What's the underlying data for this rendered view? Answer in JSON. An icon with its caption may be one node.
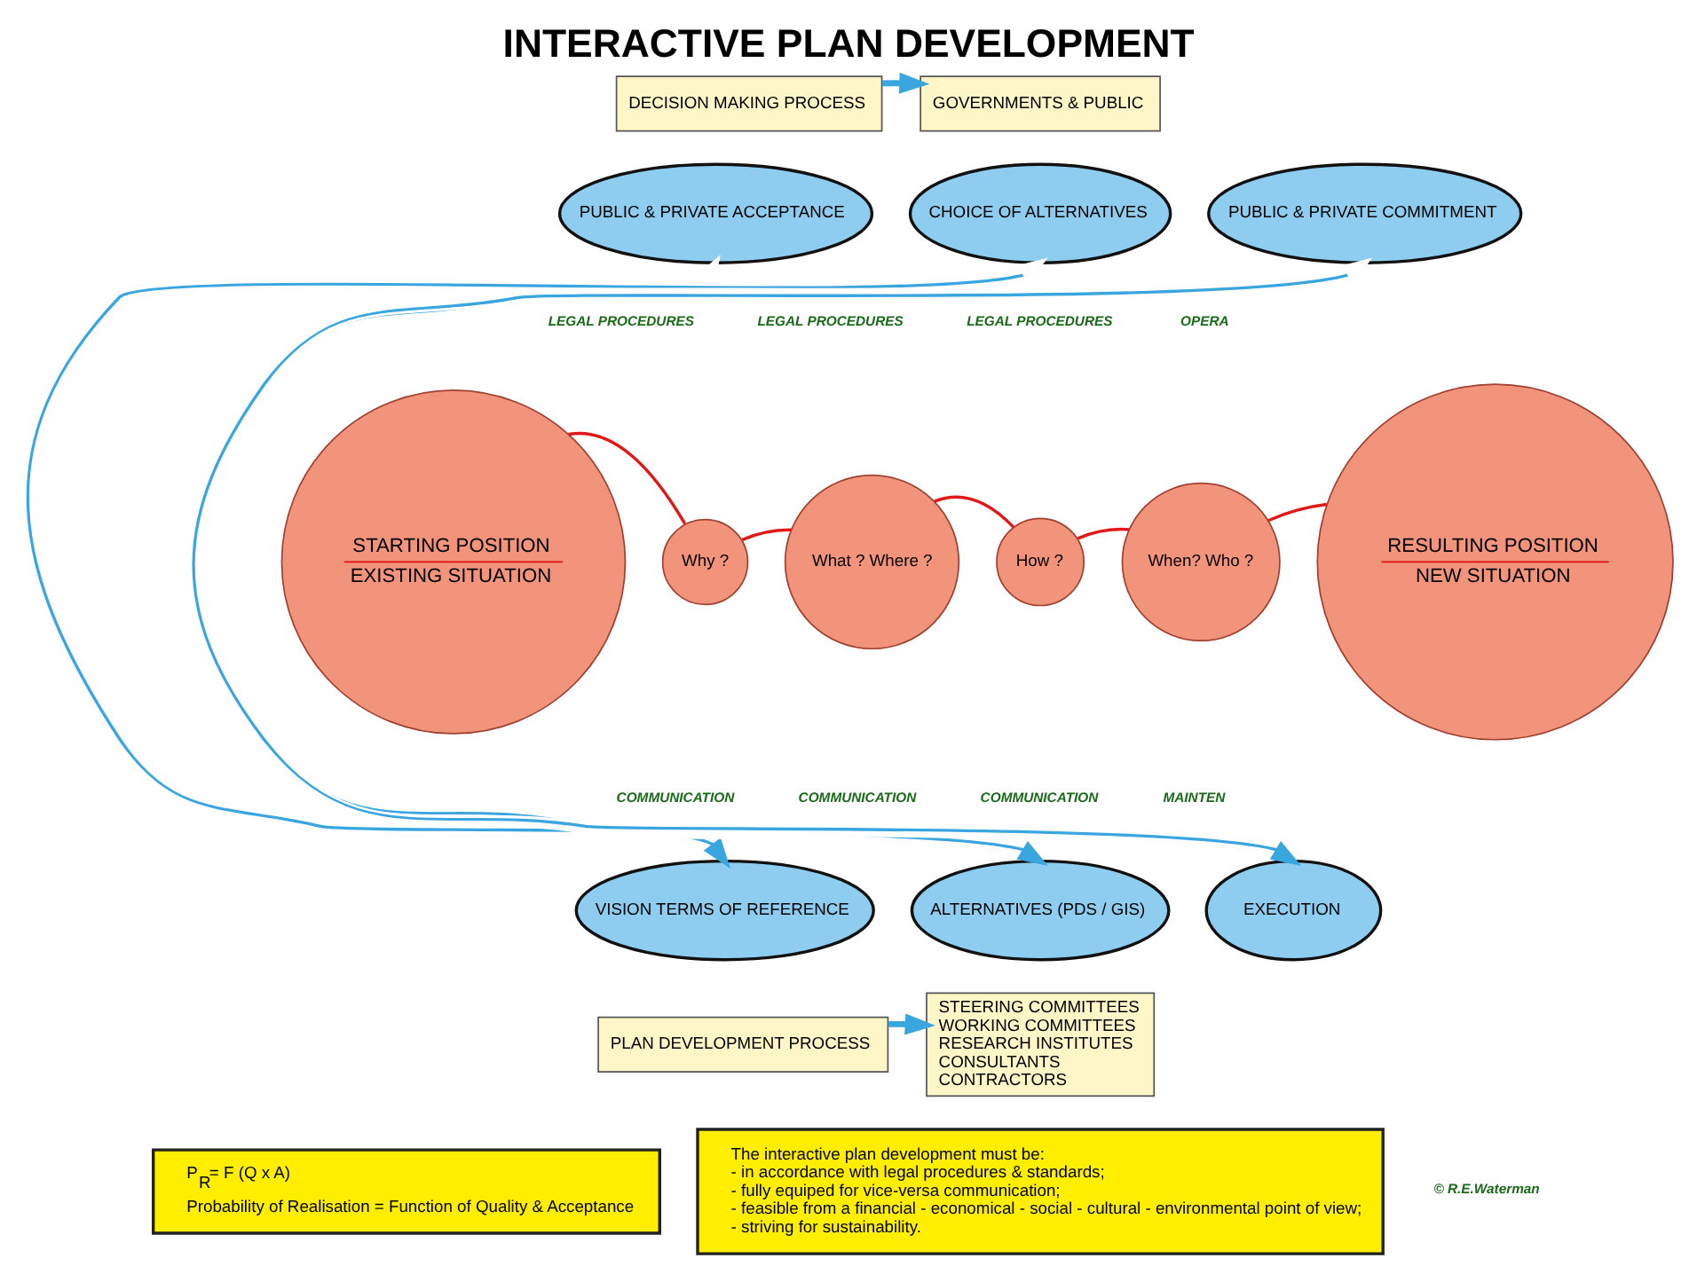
{
  "diagram": {
    "title": "INTERACTIVE PLAN DEVELOPMENT",
    "nodes": [
      {
        "text": [
          "DECISION MAKING PROCESS"
        ]
      },
      {
        "text": [
          "GOVERNMENTS & PUBLIC"
        ]
      },
      {
        "text": [
          "PUBLIC & PRIVATE ACCEPTANCE"
        ]
      },
      {
        "text": [
          "CHOICE OF ALTERNATIVES"
        ]
      },
      {
        "text": [
          "PUBLIC & PRIVATE COMMITMENT"
        ]
      },
      {
        "text": [
          "STARTING POSITION",
          "EXISTING SITUATION"
        ]
      },
      {
        "text": [
          "Why ?"
        ]
      },
      {
        "text": [
          "What ? Where ?"
        ]
      },
      {
        "text": [
          "How ?"
        ]
      },
      {
        "text": [
          "When? Who ?"
        ]
      },
      {
        "text": [
          "RESULTING POSITION",
          "NEW SITUATION"
        ]
      },
      {
        "text": [
          "VISION TERMS OF REFERENCE"
        ]
      },
      {
        "text": [
          "ALTERNATIVES (PDS / GIS)"
        ]
      },
      {
        "text": [
          "EXECUTION"
        ]
      },
      {
        "text": [
          "PLAN DEVELOPMENT PROCESS"
        ]
      },
      {
        "text": [
          "STEERING COMMITTEES",
          "WORKING COMMITTEES",
          "RESEARCH INSTITUTES",
          "CONSULTANTS",
          "CONTRACTORS"
        ]
      },
      {
        "text": [
          "P$_{R}$= F (Q x A)",
          "Probability of Realisation = Function of Quality & Acceptance"
        ]
      },
      {
        "text": [
          "The interactive plan development must be:",
          "- in accordance with legal procedures & standards;",
          "- fully equiped for vice-versa communication;",
          "- feasible from a financial - economical - social - cultural - environmental point of view;",
          "- striving for sustainability."
        ]
      }
    ],
    "edges": [
      {
        "from": 0,
        "to": 1,
        "arrow": "to",
        "style": "thick",
        "color": "#3aa6e0"
      },
      {
        "from": 14,
        "to": 15,
        "arrow": "to",
        "style": "thick",
        "color": "#3aa6e0"
      },
      {
        "from": 11,
        "to": 2,
        "arrow": "both",
        "style": "thick",
        "color": "#ffffff"
      },
      {
        "from": 12,
        "to": 3,
        "arrow": "both",
        "style": "thick",
        "color": "#ffffff"
      },
      {
        "from": 13,
        "to": 4,
        "arrow": "both",
        "style": "thick",
        "color": "#ffffff"
      },
      {
        "from": 5,
        "to": 6,
        "arrow": "none"
      },
      {
        "from": 6,
        "to": 7,
        "arrow": "none"
      },
      {
        "from": 7,
        "to": 8,
        "arrow": "none"
      },
      {
        "from": 8,
        "to": 9,
        "arrow": "none"
      },
      {
        "from": 9,
        "to": 10,
        "arrow": "none"
      }
    ],
    "labels": [
      "LEGAL PROCEDURES",
      "LEGAL PROCEDURES",
      "LEGAL PROCEDURES",
      "OPERA",
      "COMMUNICATION",
      "COMMUNICATION",
      "COMMUNICATION",
      "MAINTEN",
      "© R.E.Waterman"
    ]
  }
}
